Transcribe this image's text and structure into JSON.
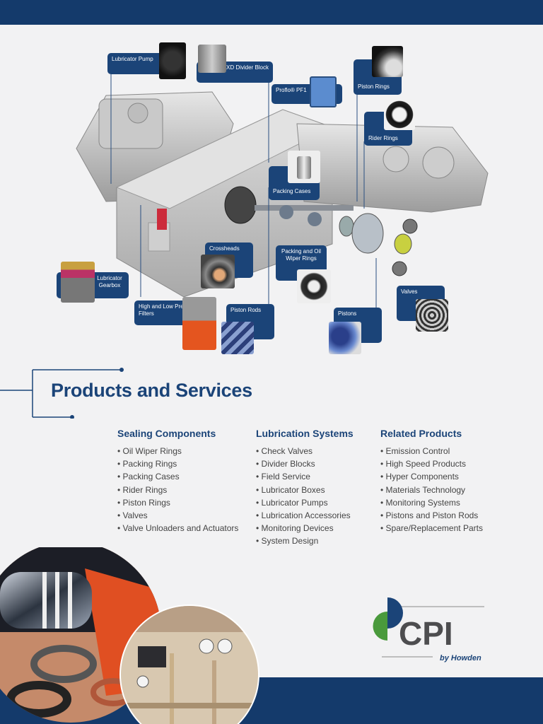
{
  "page": {
    "title": "Products and Services"
  },
  "callouts": [
    {
      "id": "lubricator-pump",
      "label": "Lubricator Pump"
    },
    {
      "id": "xd-divider-block",
      "label": "XD Divider Block"
    },
    {
      "id": "proflo",
      "label": "Proflo® PF1"
    },
    {
      "id": "piston-rings",
      "label": "Piston Rings"
    },
    {
      "id": "rider-rings",
      "label": "Rider Rings"
    },
    {
      "id": "packing-cases",
      "label": "Packing Cases"
    },
    {
      "id": "crossheads",
      "label": "Crossheads"
    },
    {
      "id": "packing-oil-wiper",
      "label": "Packing and Oil Wiper Rings"
    },
    {
      "id": "lubricator-gearbox",
      "label": "Lubricator Gearbox"
    },
    {
      "id": "filters",
      "label": "High and Low Pressure Filters"
    },
    {
      "id": "piston-rods",
      "label": "Piston Rods"
    },
    {
      "id": "pistons",
      "label": "Pistons"
    },
    {
      "id": "valves",
      "label": "Valves"
    }
  ],
  "columns": [
    {
      "heading": "Sealing Components",
      "items": [
        "Oil Wiper Rings",
        "Packing Rings",
        "Packing Cases",
        "Rider Rings",
        "Piston Rings",
        "Valves",
        "Valve Unloaders and Actuators"
      ]
    },
    {
      "heading": "Lubrication Systems",
      "items": [
        "Check Valves",
        "Divider Blocks",
        "Field Service",
        "Lubricator Boxes",
        "Lubricator Pumps",
        "Lubrication Accessories",
        "Monitoring Devices",
        "System Design"
      ]
    },
    {
      "heading": "Related Products",
      "items": [
        "Emission Control",
        "High Speed Products",
        "Hyper Components",
        "Materials Technology",
        "Monitoring Systems",
        "Pistons and Piston Rods",
        "Spare/Replacement Parts"
      ]
    }
  ],
  "logo": {
    "brand": "CPI",
    "tagline": "by Howden"
  },
  "colors": {
    "navy": "#143a6b",
    "callout": "#1b4478",
    "green": "#4a9a3c",
    "logo_grey": "#4d4d4f"
  }
}
